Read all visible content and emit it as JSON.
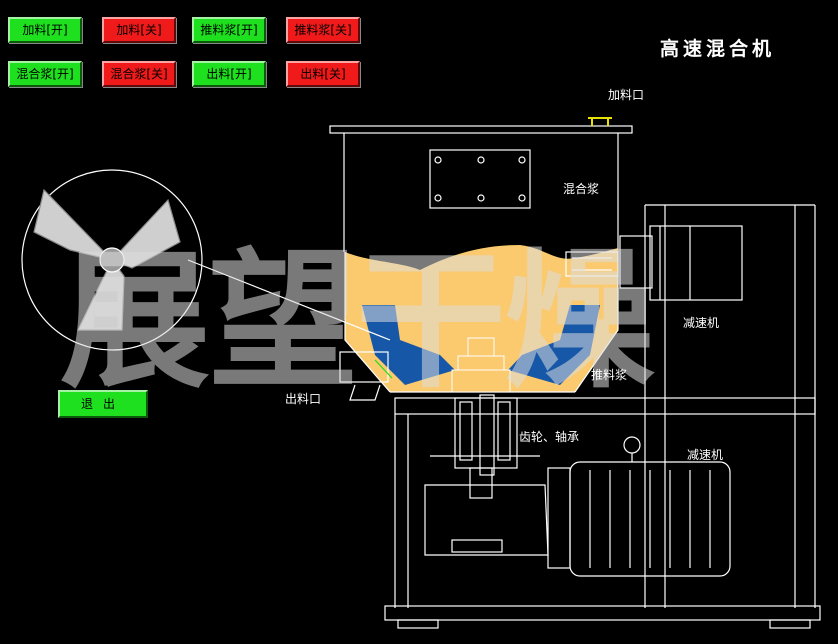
{
  "title": "高速混合机",
  "buttons": [
    {
      "label": "加料[开]",
      "color": "#1ee01e"
    },
    {
      "label": "加料[关]",
      "color": "#f01a1a"
    },
    {
      "label": "推料浆[开]",
      "color": "#1ee01e"
    },
    {
      "label": "推料浆[关]",
      "color": "#f01a1a"
    },
    {
      "label": "混合浆[开]",
      "color": "#1ee01e"
    },
    {
      "label": "混合浆[关]",
      "color": "#f01a1a"
    },
    {
      "label": "出料[开]",
      "color": "#1ee01e"
    },
    {
      "label": "出料[关]",
      "color": "#f01a1a"
    }
  ],
  "labels": {
    "feed_port": "加料口",
    "mixing_blade": "混合浆",
    "reducer_top": "减速机",
    "push_blade": "推料浆",
    "discharge_port": "出料口",
    "gear_bearing": "齿轮、轴承",
    "reducer_bottom": "减速机"
  },
  "exit_label": "退出",
  "watermark": "展望干燥",
  "colors": {
    "material": "#fbc96e",
    "blade": "#1657a8",
    "line": "#ffffff",
    "yellow_part": "#e8e000"
  }
}
